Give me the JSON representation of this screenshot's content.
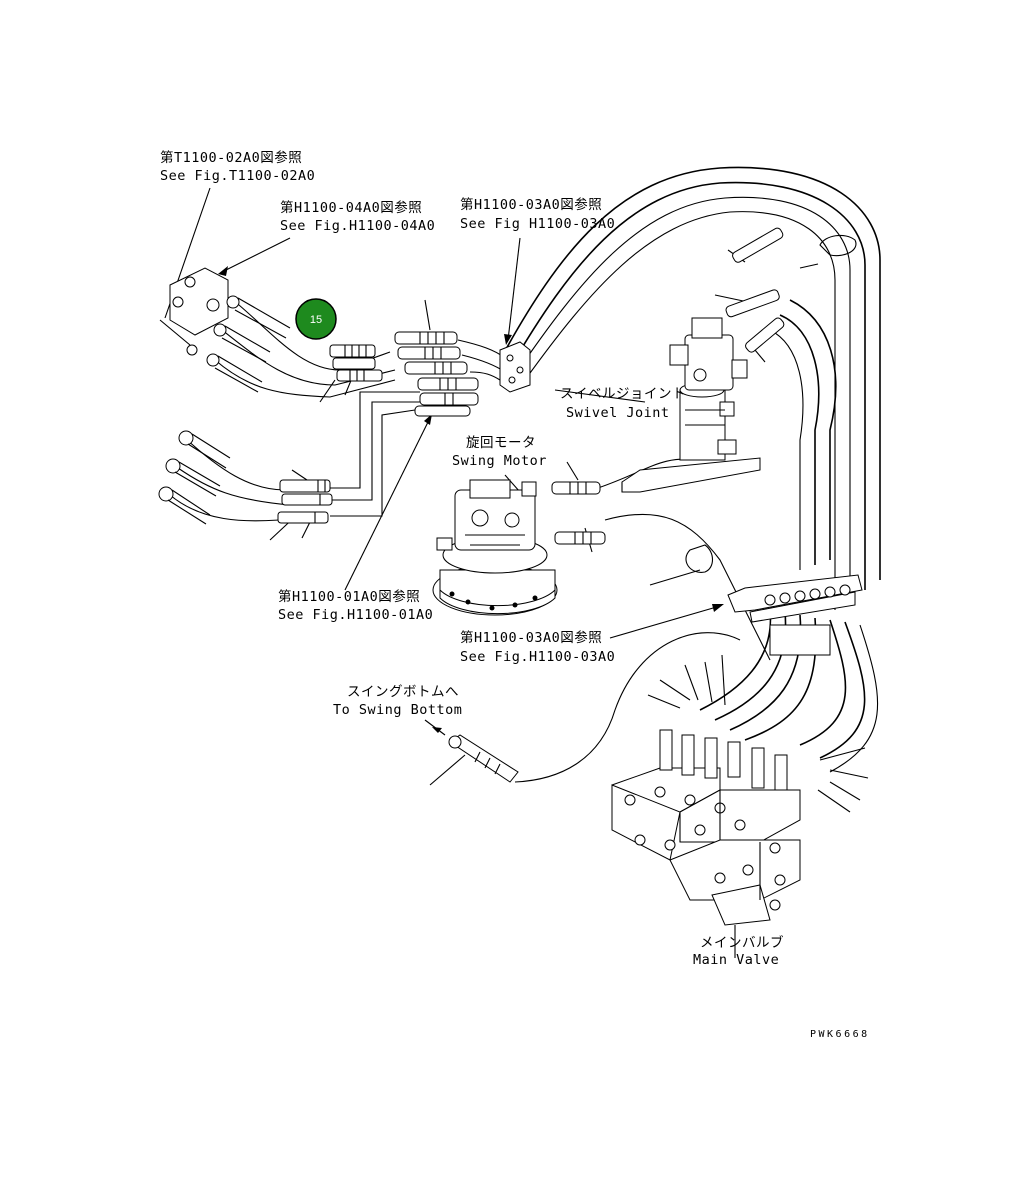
{
  "labels": {
    "t1100_02a0_jp": "第T1100-02A0図参照",
    "t1100_02a0_en": "See Fig.T1100-02A0",
    "h1100_04a0_jp": "第H1100-04A0図参照",
    "h1100_04a0_en": "See Fig.H1100-04A0",
    "h1100_03a0_top_jp": "第H1100-03A0図参照",
    "h1100_03a0_top_en": "See Fig H1100-03A0",
    "swivel_joint_jp": "スイベルジョイント",
    "swivel_joint_en": "Swivel Joint",
    "swing_motor_jp": "旋回モータ",
    "swing_motor_en": "Swing Motor",
    "h1100_01a0_jp": "第H1100-01A0図参照",
    "h1100_01a0_en": "See Fig.H1100-01A0",
    "h1100_03a0_mid_jp": "第H1100-03A0図参照",
    "h1100_03a0_mid_en": "See Fig.H1100-03A0",
    "swing_bottom_jp": "スイングボトムへ",
    "swing_bottom_en": "To Swing Bottom",
    "main_valve_jp": "メインバルブ",
    "main_valve_en": "Main Valve",
    "drawing_code": "PWK6668"
  },
  "callout": {
    "number": "15",
    "color": "#1e8a1e"
  }
}
